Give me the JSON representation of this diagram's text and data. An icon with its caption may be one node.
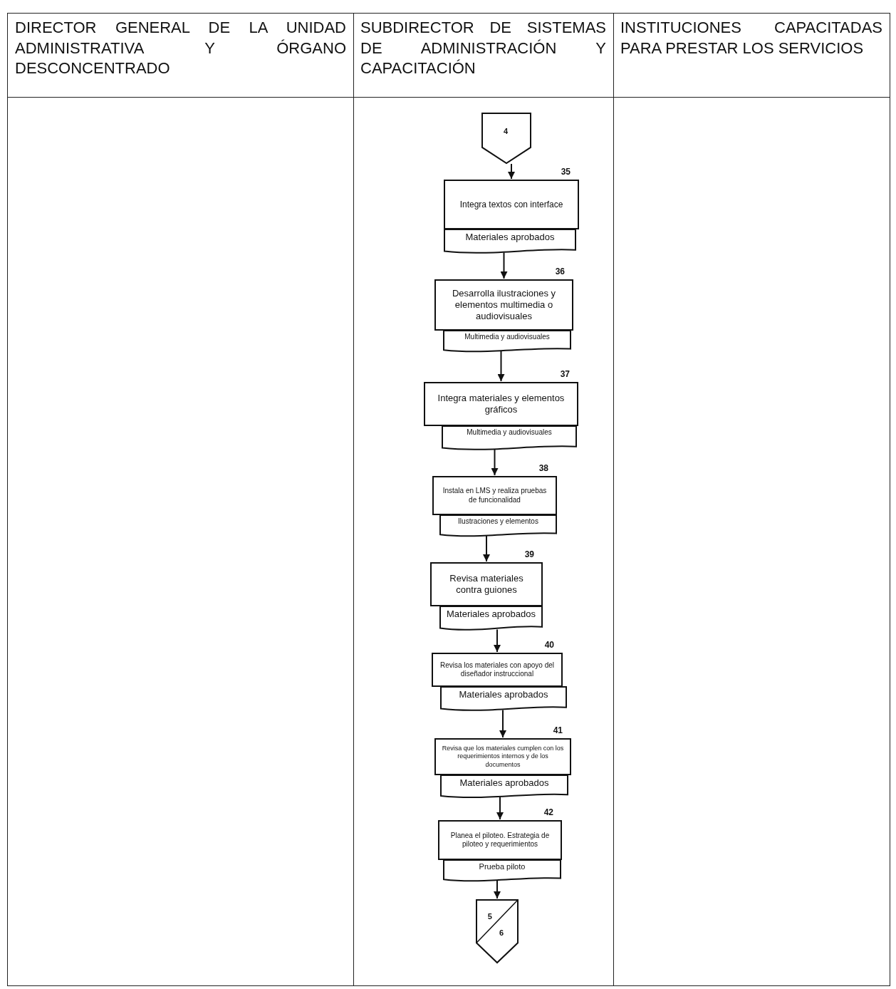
{
  "diagram": {
    "nodes": [
      {
        "text": [
          "4"
        ]
      },
      {
        "text": [
          "Integra textos con interface"
        ],
        "beside": [
          "35"
        ]
      },
      {
        "text": [
          "Materiales aprobados"
        ]
      },
      {
        "text": [
          "Desarrolla ilustraciones y elementos multimedia o audiovisuales"
        ],
        "beside": [
          "36"
        ]
      },
      {
        "text": [
          "Multimedia y audiovisuales"
        ]
      },
      {
        "text": [
          "Integra materiales y elementos gráficos"
        ],
        "beside": [
          "37"
        ]
      },
      {
        "text": [
          "Multimedia y audiovisuales"
        ]
      },
      {
        "text": [
          "Instala en LMS y realiza pruebas de funcionalidad"
        ],
        "beside": [
          "38"
        ]
      },
      {
        "text": [
          "Ilustraciones y elementos"
        ]
      },
      {
        "text": [
          "Revisa materiales contra guiones"
        ],
        "beside": [
          "39"
        ]
      },
      {
        "text": [
          "Materiales aprobados"
        ]
      },
      {
        "text": [
          "Revisa los materiales con apoyo del diseñador instruccional"
        ],
        "beside": [
          "40"
        ]
      },
      {
        "text": [
          "Materiales aprobados"
        ]
      },
      {
        "text": [
          "Revisa que los materiales cumplen con los requerimientos internos y de los documentos"
        ],
        "beside": [
          "41"
        ]
      },
      {
        "text": [
          "Materiales aprobados"
        ]
      },
      {
        "text": [
          "Planea el piloteo. Estrategia de piloteo y requerimientos"
        ],
        "beside": [
          "42"
        ]
      },
      {
        "text": [
          "Prueba piloto"
        ]
      },
      {
        "text": [
          "5",
          "6"
        ]
      }
    ],
    "edges": [
      {
        "from": 0,
        "to": 1,
        "arrow": "to"
      },
      {
        "from": 2,
        "to": 3,
        "arrow": "to"
      },
      {
        "from": 4,
        "to": 5,
        "arrow": "to"
      },
      {
        "from": 6,
        "to": 7,
        "arrow": "to"
      },
      {
        "from": 8,
        "to": 9,
        "arrow": "to"
      },
      {
        "from": 10,
        "to": 11,
        "arrow": "to"
      },
      {
        "from": 12,
        "to": 13,
        "arrow": "to"
      },
      {
        "from": 14,
        "to": 15,
        "arrow": "to"
      },
      {
        "from": 16,
        "to": 17,
        "arrow": "to"
      }
    ],
    "labels": [
      "DIRECTOR GENERAL DE LA UNIDAD ADMINISTRATIVA Y ÓRGANO DESCONCENTRADO",
      "SUBDIRECTOR DE SISTEMAS DE ADMINISTRACIÓN Y CAPACITACIÓN",
      "INSTITUCIONES CAPACITADAS PARA PRESTAR LOS SERVICIOS"
    ]
  }
}
